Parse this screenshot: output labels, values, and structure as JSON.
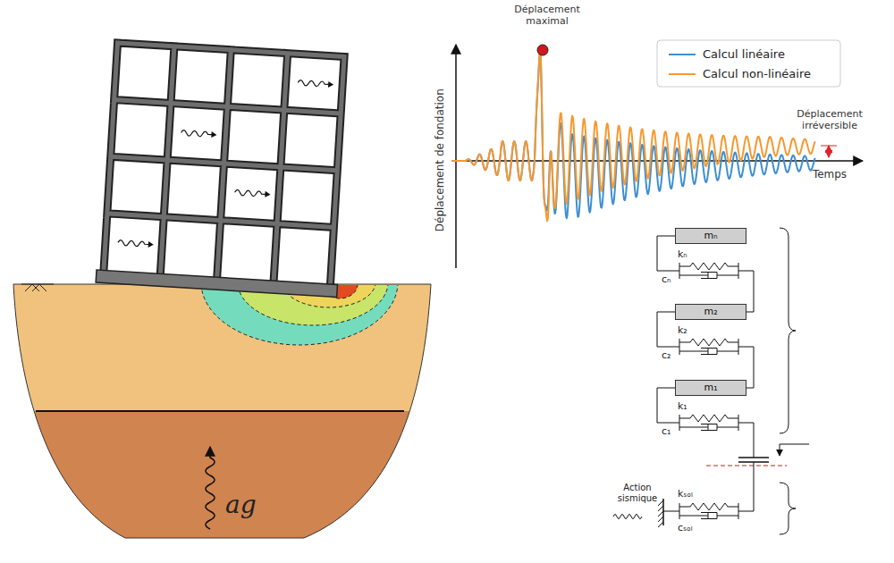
{
  "diagram": {
    "nodes": [
      {
        "text": [
          "mₙ"
        ]
      },
      {
        "text": [
          "m₂"
        ]
      },
      {
        "text": [
          "m₁"
        ]
      }
    ],
    "edges": [
      {
        "from": 0,
        "to": 1,
        "arrow": "none"
      },
      {
        "from": 1,
        "to": 2,
        "arrow": "none"
      }
    ],
    "labels": [
      "Déplacement maximal",
      "Déplacement irréversible",
      "Déplacement de fondation",
      "Temps",
      "kₙ",
      "cₙ",
      "k₂",
      "c₂",
      "k₁",
      "c₁",
      "kₛₒₗ",
      "cₛₒₗ",
      "Action sismique",
      "ag"
    ],
    "legend": [
      {
        "text": "Calcul linéaire",
        "color": "#3d8fd1"
      },
      {
        "text": "Calcul non-linéaire",
        "color": "#f7982f"
      }
    ]
  }
}
